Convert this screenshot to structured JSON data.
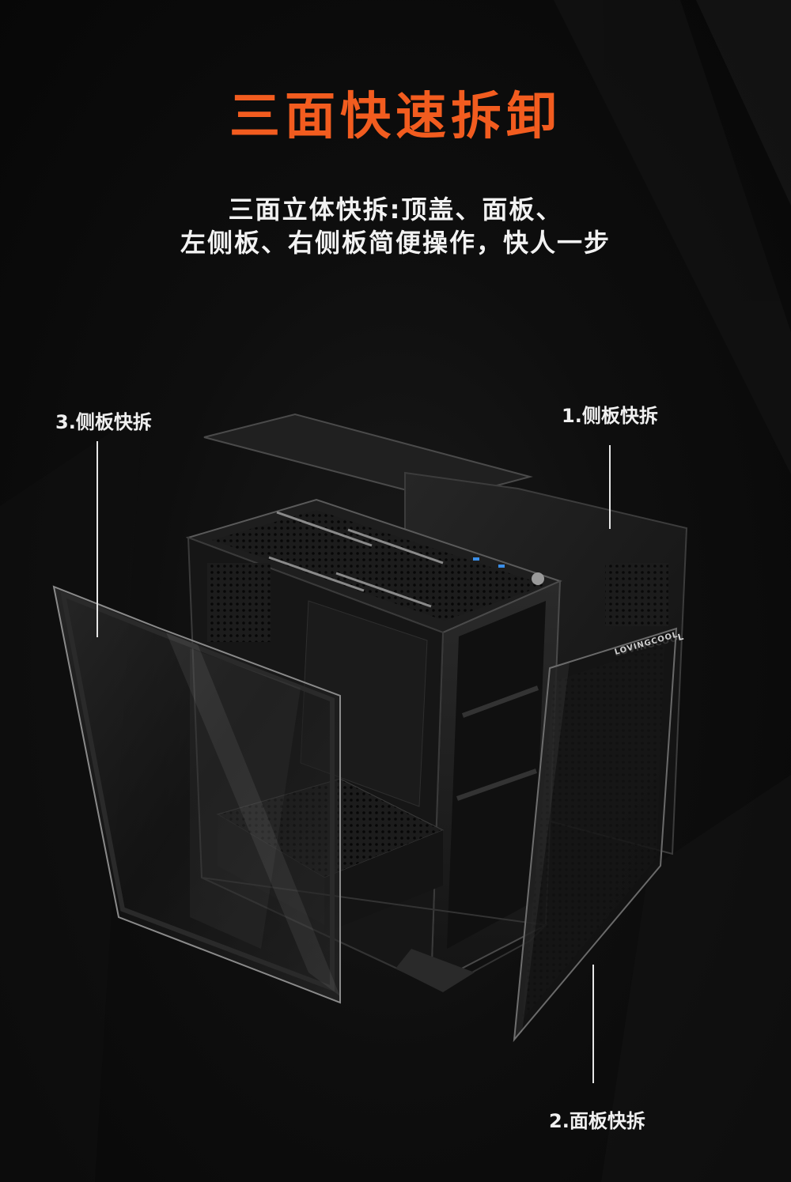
{
  "title": "三面快速拆卸",
  "subtitle": {
    "line1": "三面立体快拆:顶盖、面板、",
    "line2": "左侧板、右侧板简便操作，快人一步"
  },
  "callouts": {
    "side_panel_3": "3.侧板快拆",
    "side_panel_1": "1.侧板快拆",
    "front_panel_2": "2.面板快拆"
  },
  "brand_logo_text": "LOVINGCOOL",
  "colors": {
    "title": "#f25c1f",
    "text": "#f2f2f2",
    "background": "#0b0b0b"
  }
}
